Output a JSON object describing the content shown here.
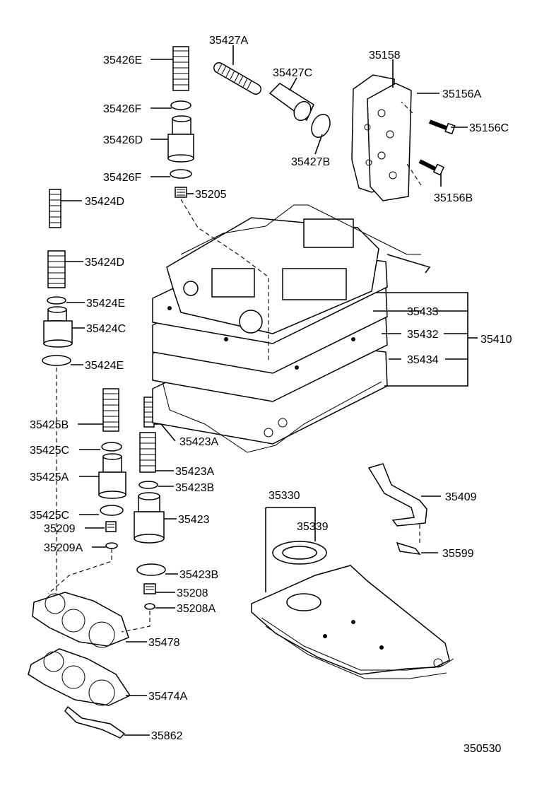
{
  "diagram_id": "350530",
  "labels": {
    "p35426E": "35426E",
    "p35426F_a": "35426F",
    "p35426D": "35426D",
    "p35426F_b": "35426F",
    "p35205": "35205",
    "p35427A": "35427A",
    "p35427C": "35427C",
    "p35427B": "35427B",
    "p35158": "35158",
    "p35156A": "35156A",
    "p35156C": "35156C",
    "p35156B": "35156B",
    "p35424D_a": "35424D",
    "p35424D_b": "35424D",
    "p35424E_a": "35424E",
    "p35424C": "35424C",
    "p35424E_b": "35424E",
    "p35433": "35433",
    "p35432": "35432",
    "p35410": "35410",
    "p35434": "35434",
    "p35425B": "35425B",
    "p35423A_a": "35423A",
    "p35425C_a": "35425C",
    "p35423A_b": "35423A",
    "p35425A": "35425A",
    "p35423B_a": "35423B",
    "p35425C_b": "35425C",
    "p35423": "35423",
    "p35209": "35209",
    "p35209A": "35209A",
    "p35330": "35330",
    "p35339": "35339",
    "p35409": "35409",
    "p35599": "35599",
    "p35423B_b": "35423B",
    "p35208": "35208",
    "p35208A": "35208A",
    "p35478": "35478",
    "p35474A": "35474A",
    "p35862": "35862"
  }
}
